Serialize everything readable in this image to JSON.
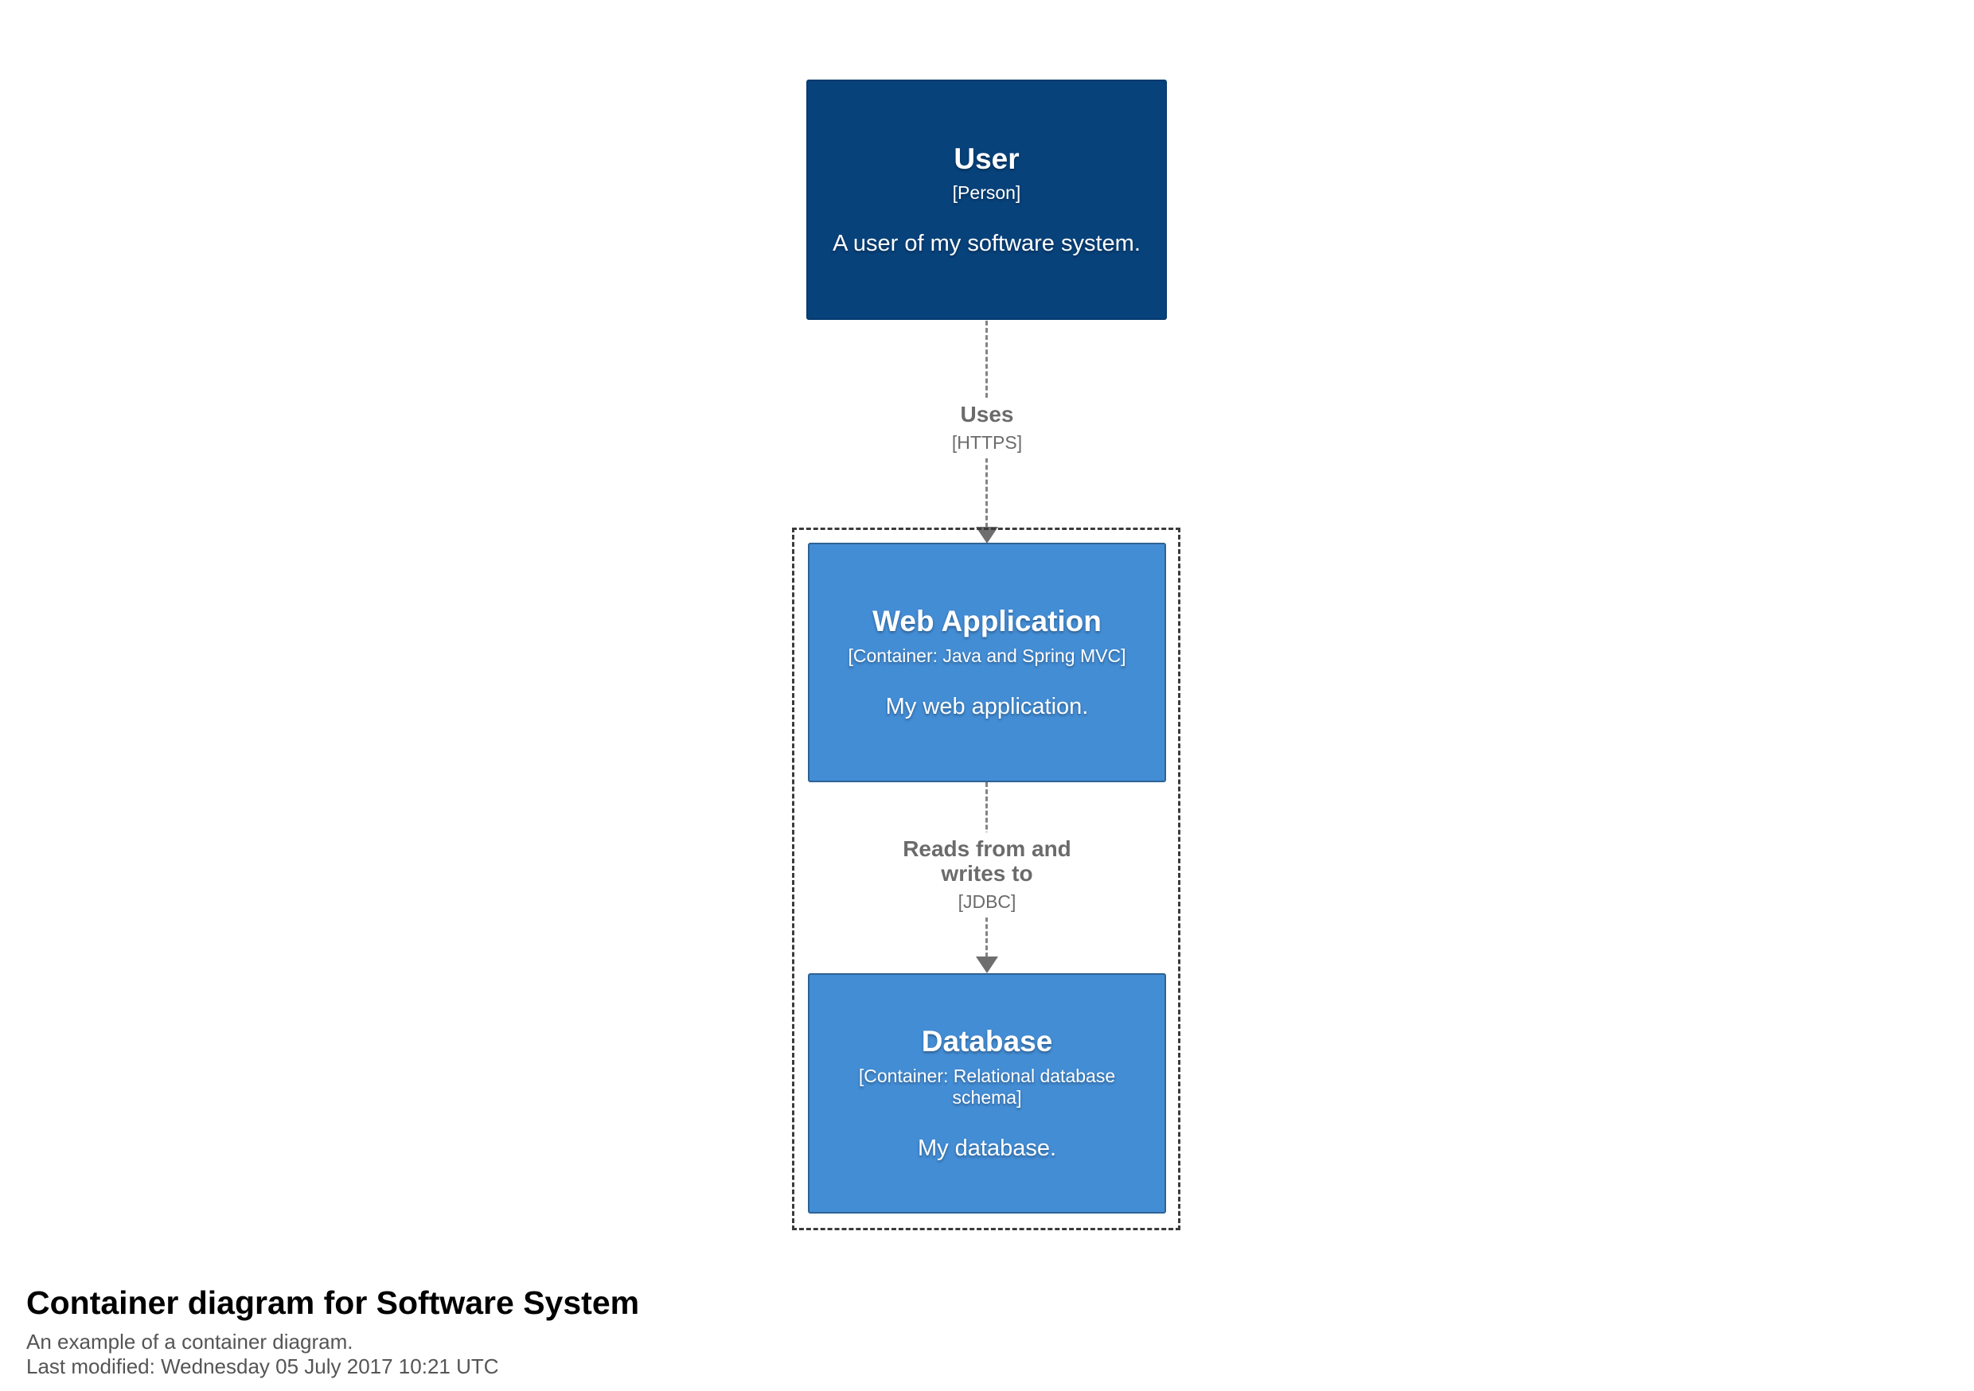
{
  "diagram": {
    "title": "Container diagram for Software System",
    "description": "An example of a container diagram.",
    "last_modified": "Last modified: Wednesday 05 July 2017 10:21 UTC"
  },
  "elements": {
    "user": {
      "name": "User",
      "meta": "[Person]",
      "description": "A user of my software system.",
      "background": "#08427B",
      "text_color": "#FFFFFF"
    },
    "web_application": {
      "name": "Web Application",
      "meta": "[Container: Java and Spring MVC]",
      "description": "My web application.",
      "background": "#438DD5",
      "text_color": "#FFFFFF"
    },
    "database": {
      "name": "Database",
      "meta": "[Container: Relational database schema]",
      "description": "My database.",
      "background": "#438DD5",
      "text_color": "#FFFFFF"
    }
  },
  "relationships": {
    "user_to_webapp": {
      "label": "Uses",
      "meta": "[HTTPS]"
    },
    "webapp_to_database": {
      "label": "Reads from and writes to",
      "meta": "[JDBC]"
    }
  },
  "colors": {
    "person_background": "#08427B",
    "container_background": "#438DD5",
    "relationship_line": "#848484",
    "relationship_text": "#6B6B6B",
    "boundary_border": "#3B3B3B",
    "title_text": "#000000",
    "subtitle_text": "#555555",
    "page_background": "#FFFFFF"
  }
}
